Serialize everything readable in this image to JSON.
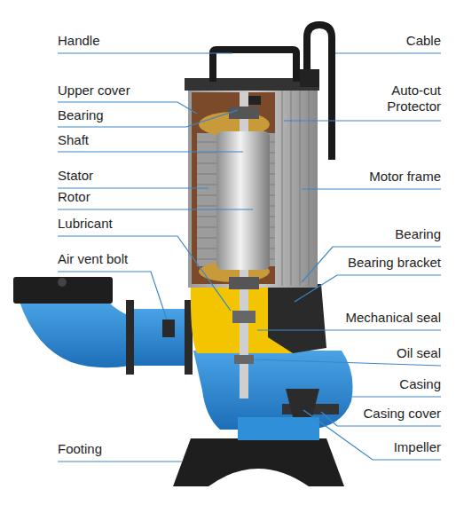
{
  "diagram": {
    "labels": [
      "Handle",
      "Cable",
      "Upper cover",
      "Auto-cut Protector",
      "Bearing",
      "Shaft",
      "Stator",
      "Rotor",
      "Motor frame",
      "Lubricant",
      "Bearing",
      "Air vent bolt",
      "Bearing bracket",
      "Mechanical seal",
      "Oil seal",
      "Casing",
      "Casing cover",
      "Footing",
      "Impeller"
    ]
  }
}
